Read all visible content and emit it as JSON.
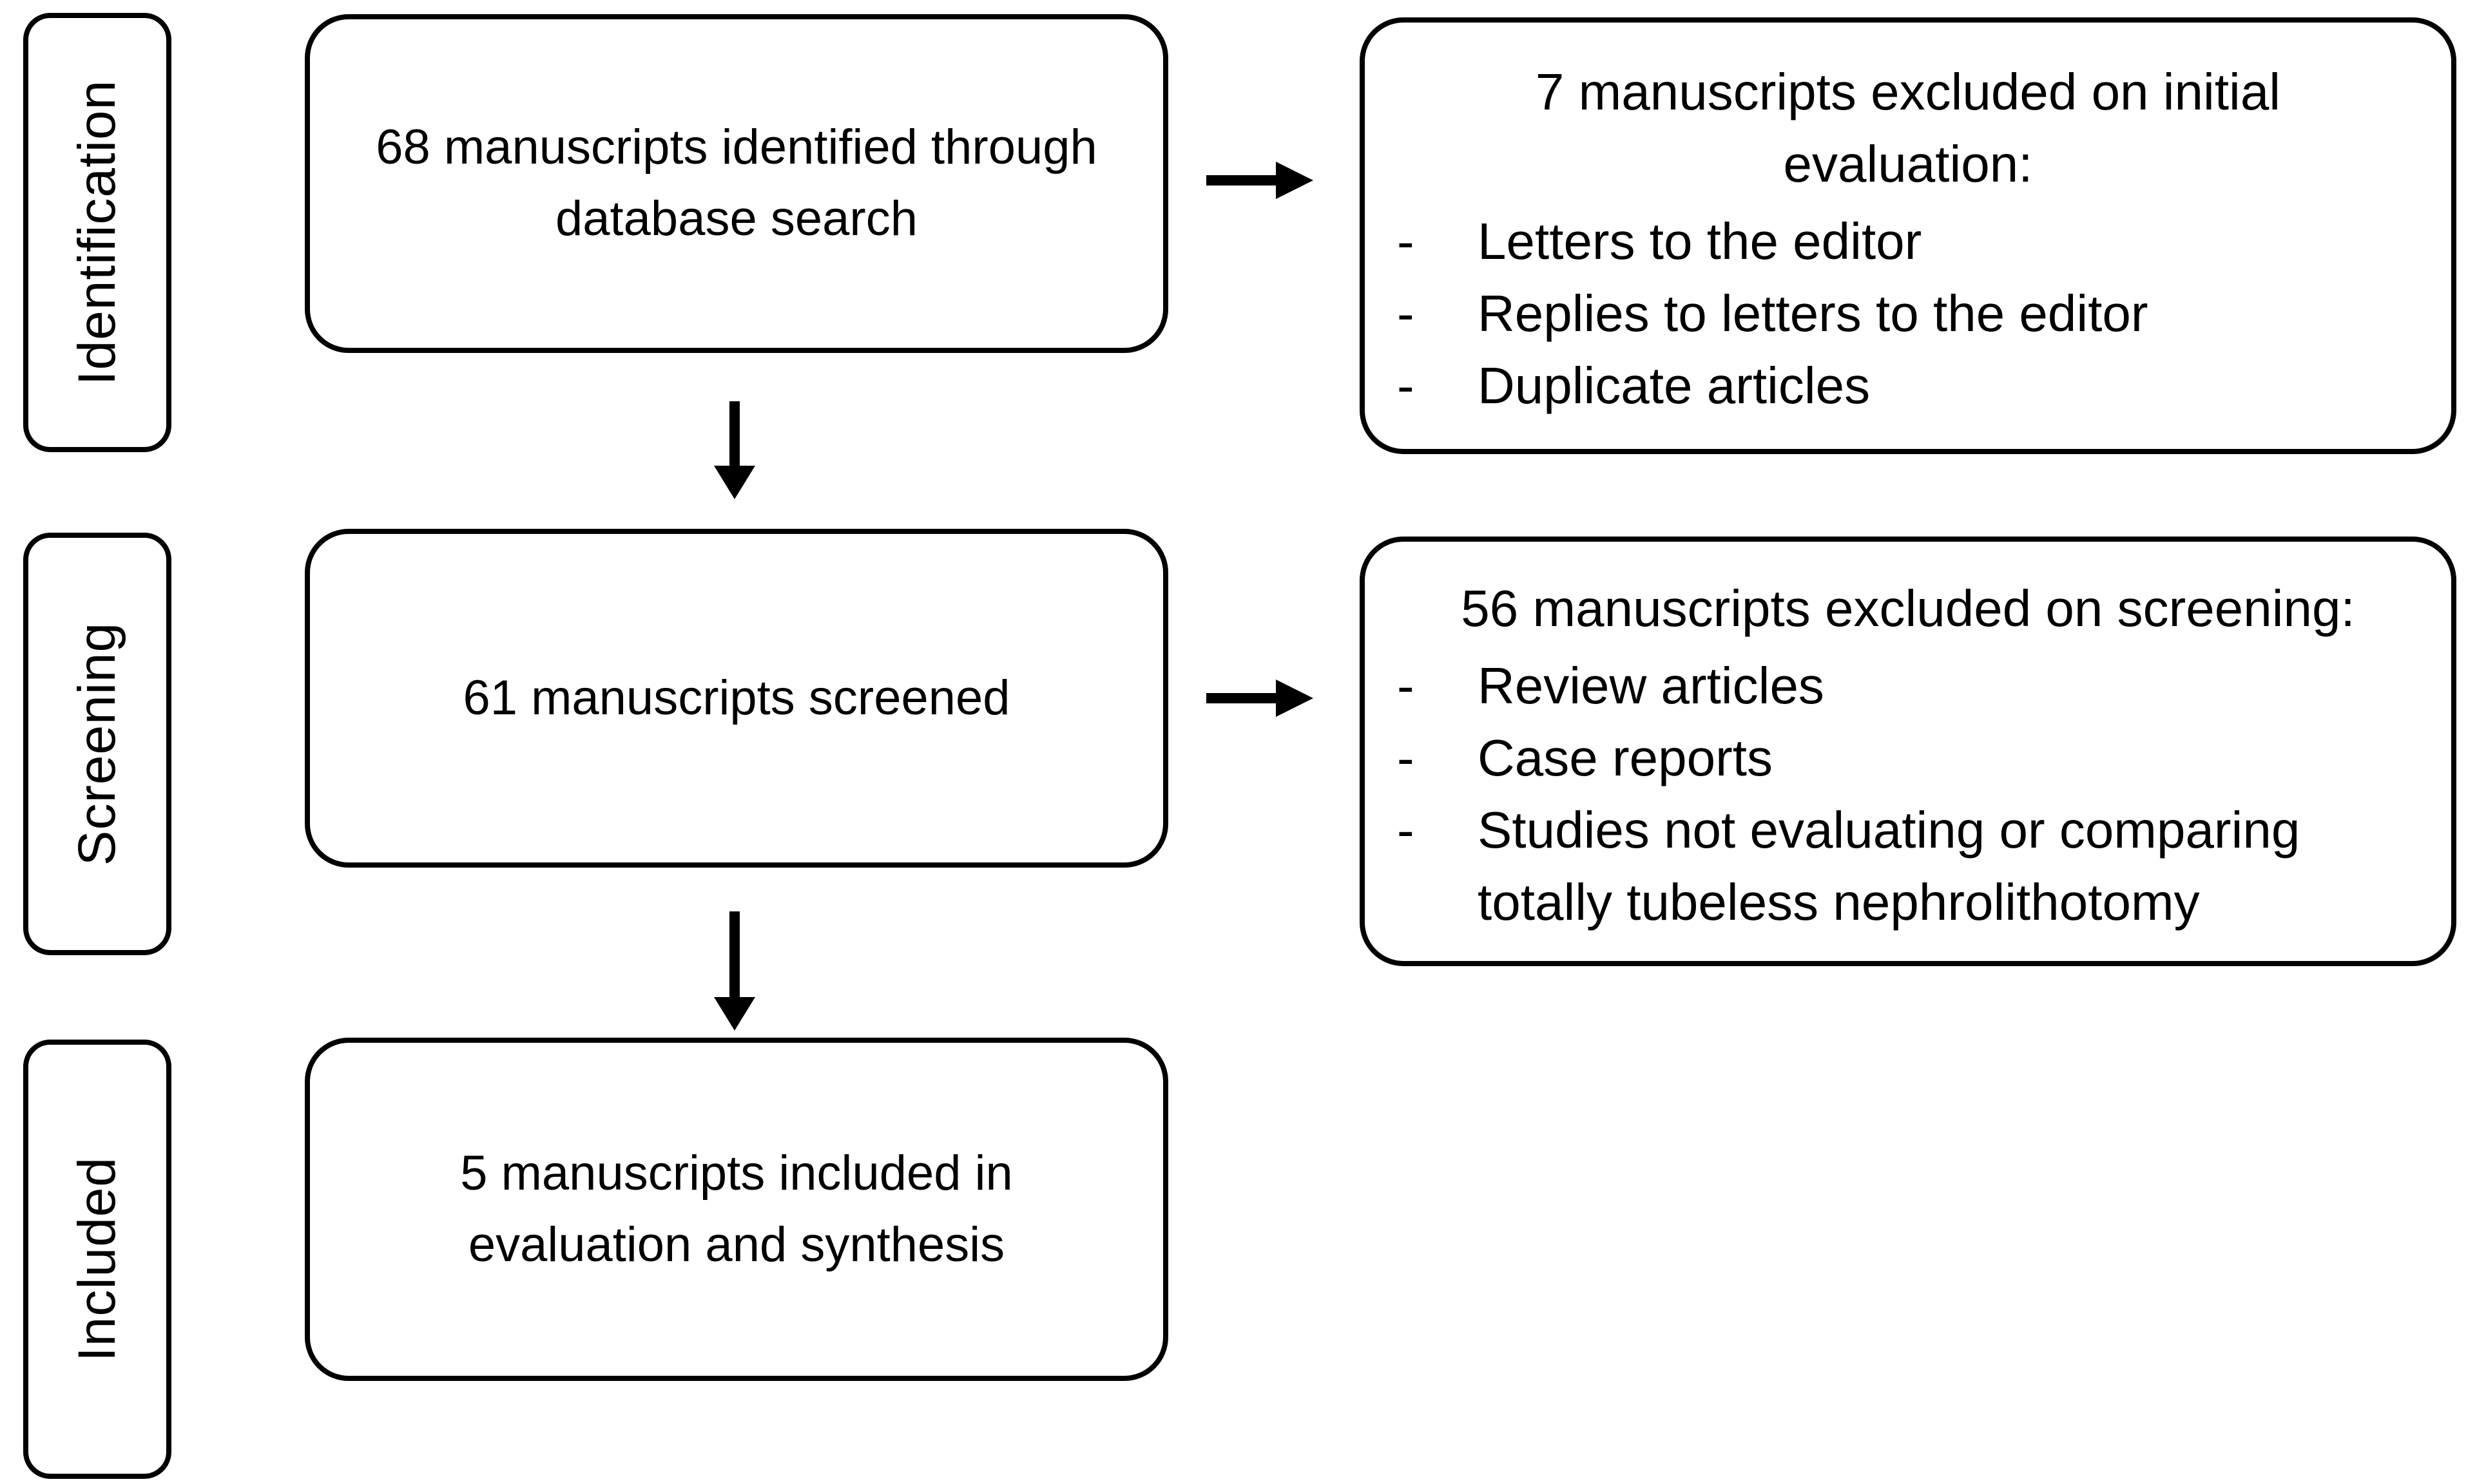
{
  "diagram": {
    "stage_labels": {
      "identification": "Identification",
      "screening": "Screening",
      "included": "Included"
    },
    "process_boxes": {
      "identified": "68 manuscripts identified through database search",
      "screened": "61 manuscripts screened",
      "included": "5 manuscripts included in evaluation and synthesis"
    },
    "exclusion_boxes": {
      "initial": {
        "title": "7 manuscripts excluded on initial evaluation:",
        "bullet": "-",
        "items": [
          "Letters to the editor",
          "Replies to letters to the editor",
          "Duplicate articles"
        ]
      },
      "screening": {
        "title": "56 manuscripts excluded on screening:",
        "bullet": "-",
        "items": [
          "Review articles",
          "Case reports",
          "Studies not evaluating or comparing totally tubeless nephrolithotomy"
        ]
      }
    },
    "colors": {
      "line": "#000000",
      "text": "#000000",
      "background": "#ffffff"
    }
  }
}
